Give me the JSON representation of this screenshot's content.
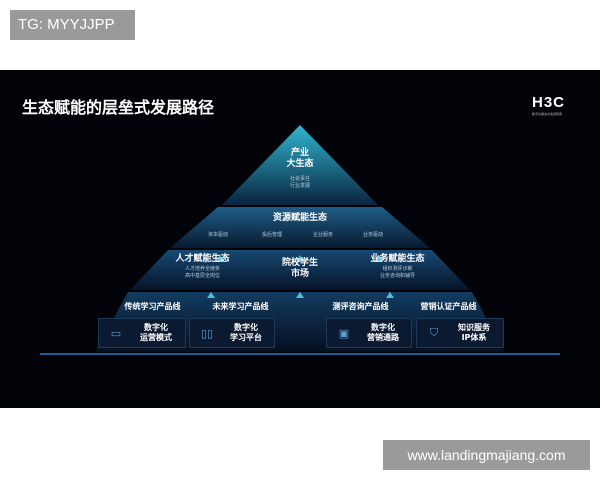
{
  "watermark_top": "TG: MYYJJPP",
  "watermark_bottom": "www.landingmajiang.com",
  "slide": {
    "title": "生态赋能的层垒式发展路径",
    "logo": "H3C",
    "logo_tagline": "数字化解决方案领导者",
    "tier1": {
      "title_line1": "产业",
      "title_line2": "大生态",
      "sub1": "社会责任",
      "sub2": "行业发展"
    },
    "tier2": {
      "title": "资源赋能生态",
      "items": [
        "资本驱动",
        "投后管理",
        "企业服务",
        "业务驱动"
      ]
    },
    "tier3": {
      "left": {
        "title": "人才赋能生态",
        "sub1": "人才培养全链条",
        "sub2": "高中基层全岗位"
      },
      "center": {
        "line1": "院校学生",
        "line2": "市场"
      },
      "right": {
        "title": "业务赋能生态",
        "sub1": "组织测评诊断",
        "sub2": "业务咨询和辅导"
      }
    },
    "product_lines": [
      {
        "header": "传统学习产品线",
        "line1": "数字化",
        "line2": "运营模式",
        "icon": "monitor-chart-icon"
      },
      {
        "header": "未来学习产品线",
        "line1": "数字化",
        "line2": "学习平台",
        "icon": "book-icon"
      },
      {
        "header": "测评咨询产品线",
        "line1": "数字化",
        "line2": "营销通路",
        "icon": "screen-icon"
      },
      {
        "header": "营销认证产品线",
        "line1": "知识服务",
        "line2": "IP体系",
        "icon": "shield-p-icon"
      }
    ],
    "colors": {
      "background": "#020308",
      "accent": "#1fa7c9"
    }
  }
}
